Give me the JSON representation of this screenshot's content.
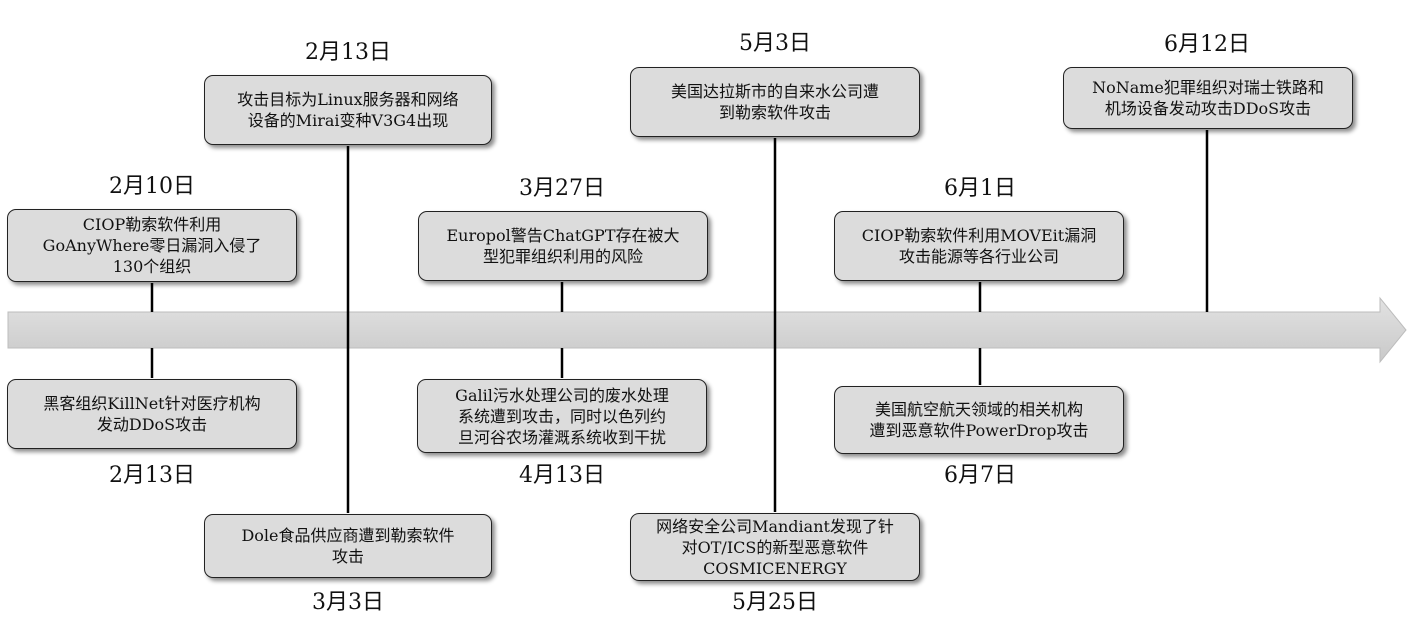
{
  "events": [
    {
      "id": "feb10",
      "date": "2月10日",
      "text": "CIOP勒索软件利用\nGoAnyWhere零日漏洞入侵了\n130个组织"
    },
    {
      "id": "feb13-top",
      "date": "2月13日",
      "text": "攻击目标为Linux服务器和网络\n设备的Mirai变种V3G4出现"
    },
    {
      "id": "mar27",
      "date": "3月27日",
      "text": "Europol警告ChatGPT存在被大\n型犯罪组织利用的风险"
    },
    {
      "id": "may3",
      "date": "5月3日",
      "text": "美国达拉斯市的自来水公司遭\n到勒索软件攻击"
    },
    {
      "id": "jun1",
      "date": "6月1日",
      "text": "CIOP勒索软件利用MOVEit漏洞\n攻击能源等各行业公司"
    },
    {
      "id": "jun12",
      "date": "6月12日",
      "text": "NoName犯罪组织对瑞士铁路和\n机场设备发动攻击DDoS攻击"
    },
    {
      "id": "feb13-bottom",
      "date": "2月13日",
      "text": "黑客组织KillNet针对医疗机构\n发动DDoS攻击"
    },
    {
      "id": "mar3",
      "date": "3月3日",
      "text": "Dole食品供应商遭到勒索软件\n攻击"
    },
    {
      "id": "apr13",
      "date": "4月13日",
      "text": "Galil污水处理公司的废水处理\n系统遭到攻击，同时以色列约\n旦河谷农场灌溉系统收到干扰"
    },
    {
      "id": "may25",
      "date": "5月25日",
      "text": "网络安全公司Mandiant发现了针\n对OT/ICS的新型恶意软件\nCOSMICENERGY"
    },
    {
      "id": "jun7",
      "date": "6月7日",
      "text": "美国航空航天领域的相关机构\n遭到恶意软件PowerDrop攻击"
    }
  ]
}
